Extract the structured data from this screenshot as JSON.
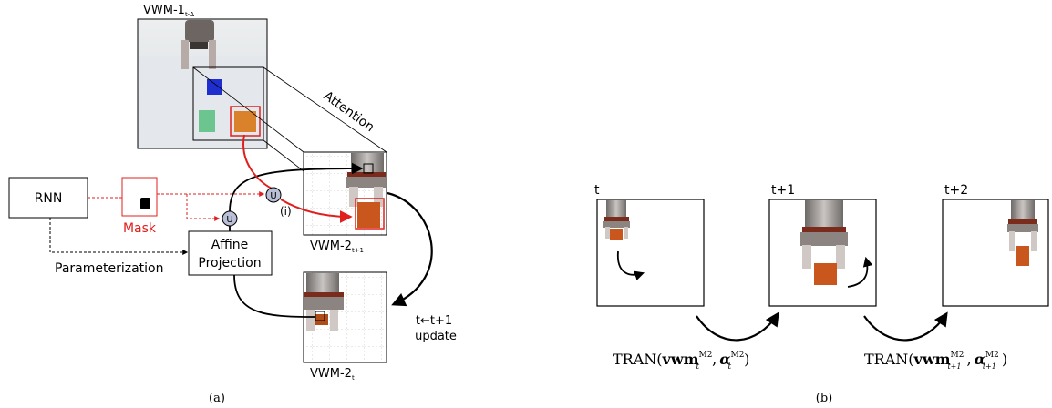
{
  "panel_a": {
    "caption": "(a)",
    "vwm1_label_main": "VWM-1",
    "vwm1_label_sub": "t-Δ",
    "attention_label": "Attention",
    "rnn_label": "RNN",
    "mask_label": "Mask",
    "affine_line1": "Affine",
    "affine_line2": "Projection",
    "parameterization_label": "Parameterization",
    "union_symbol": "U",
    "step_label": "(i)",
    "vwm2_next_main": "VWM-2",
    "vwm2_next_sub": "t+1",
    "vwm2_cur_main": "VWM-2",
    "vwm2_cur_sub": "t",
    "update_line1": "t←t+1",
    "update_line2": "update",
    "colors": {
      "mask_red": "#e0201e",
      "union_fill": "#b9bfd6"
    }
  },
  "panel_b": {
    "caption": "(b)",
    "frame_labels": [
      "t",
      "t+1",
      "t+2"
    ],
    "tran_prefix": "TRAN(",
    "tran_vwm": "vwm",
    "tran_sup": "M2",
    "tran_alpha": "α",
    "tran_sub_1": "t",
    "tran_sub_2": "t+1",
    "tran_close": ")"
  }
}
